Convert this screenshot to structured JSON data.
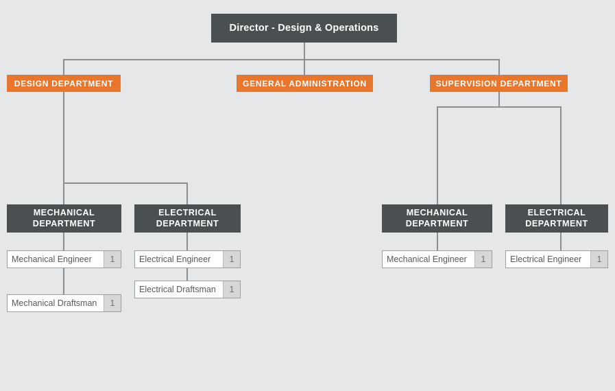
{
  "colors": {
    "background": "#e6e7e8",
    "dark_box": "#4a5052",
    "accent_orange": "#e8762c",
    "line": "#8a8f93",
    "row_fill": "#ffffff",
    "badge_fill": "#d6d7d8",
    "text_dark": "#58595b"
  },
  "root": {
    "title": "Director - Design & Operations"
  },
  "departments": [
    {
      "label": "DESIGN DEPARTMENT"
    },
    {
      "label": "GENERAL ADMINISTRATION"
    },
    {
      "label": "SUPERVISION DEPARTMENT"
    }
  ],
  "sections": [
    {
      "name": "design-mechanical",
      "title_line1": "MECHANICAL",
      "title_line2": "DEPARTMENT",
      "roles": [
        {
          "label": "Mechanical Engineer",
          "count": "1"
        },
        {
          "label": "Mechanical Draftsman",
          "count": "1"
        }
      ]
    },
    {
      "name": "design-electrical",
      "title_line1": "ELECTRICAL",
      "title_line2": "DEPARTMENT",
      "roles": [
        {
          "label": "Electrical Engineer",
          "count": "1"
        },
        {
          "label": "Electrical Draftsman",
          "count": "1"
        }
      ]
    },
    {
      "name": "supervision-mechanical",
      "title_line1": "MECHANICAL",
      "title_line2": "DEPARTMENT",
      "roles": [
        {
          "label": "Mechanical Engineer",
          "count": "1"
        }
      ]
    },
    {
      "name": "supervision-electrical",
      "title_line1": "ELECTRICAL",
      "title_line2": "DEPARTMENT",
      "roles": [
        {
          "label": "Electrical Engineer",
          "count": "1"
        }
      ]
    }
  ]
}
